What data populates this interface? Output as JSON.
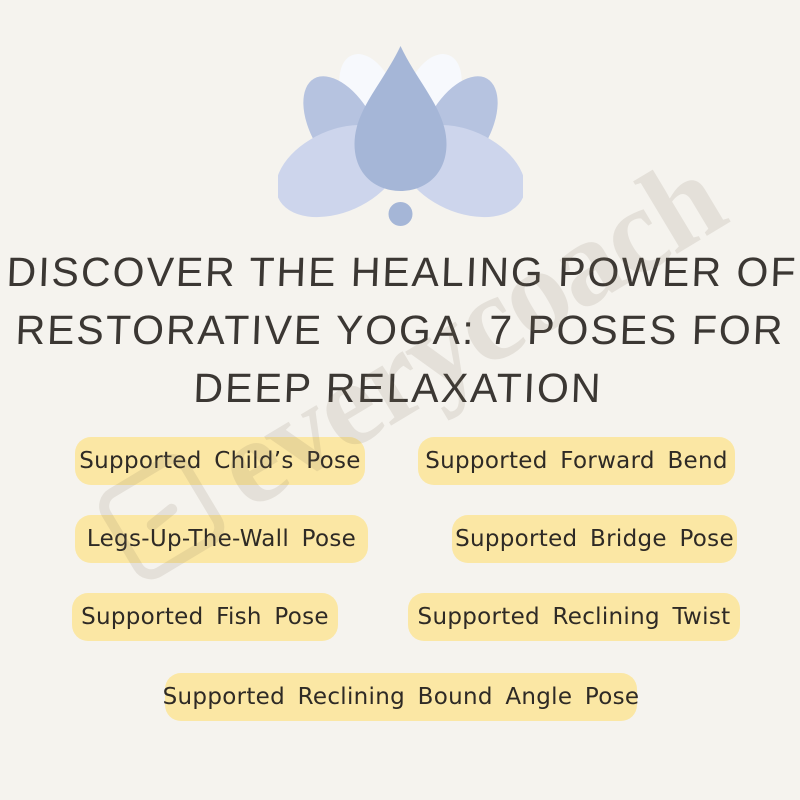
{
  "page": {
    "background_color": "#f5f3ee",
    "pill_color": "#fbe7a4",
    "title_text_color": "#3b3733",
    "pill_text_color": "#2e2a25"
  },
  "lotus": {
    "icon": "lotus-flower-icon",
    "petal_center_color": "#a5b6d7",
    "petal_mid_color": "#b6c3e0",
    "petal_outer_color": "#cdd5ec",
    "petal_back_color": "#f7f9fd"
  },
  "title": {
    "lines": [
      "DISCOVER THE HEALING POWER OF",
      "RESTORATIVE YOGA: 7 POSES FOR",
      "DEEP RELAXATION"
    ]
  },
  "poses": [
    {
      "label": "Supported Child’s Pose"
    },
    {
      "label": "Supported Forward Bend"
    },
    {
      "label": "Legs-Up-The-Wall Pose"
    },
    {
      "label": "Supported Bridge Pose"
    },
    {
      "label": "Supported Fish Pose"
    },
    {
      "label": "Supported Reclining Twist"
    },
    {
      "label": "Supported Reclining Bound Angle Pose"
    }
  ],
  "watermark": {
    "text": "everycoach"
  }
}
